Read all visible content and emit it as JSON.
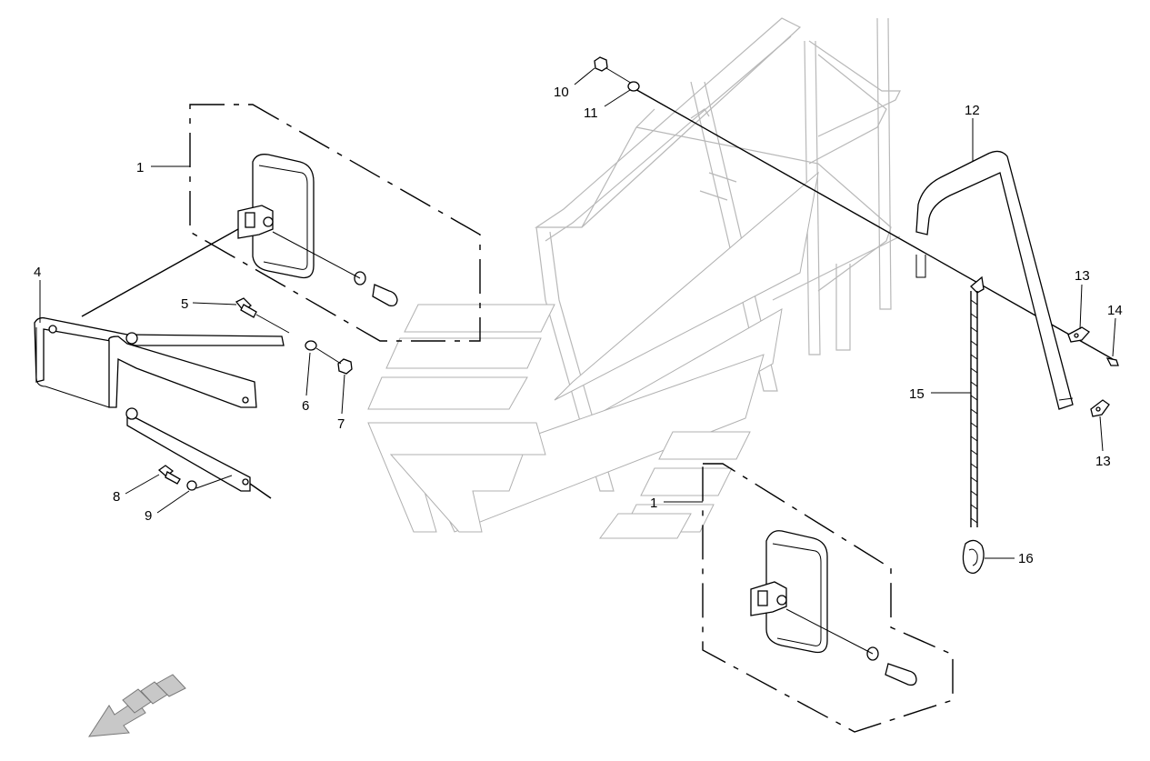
{
  "callouts": {
    "c1a": "1",
    "c1b": "1",
    "c4": "4",
    "c5": "5",
    "c6": "6",
    "c7": "7",
    "c8": "8",
    "c9": "9",
    "c10": "10",
    "c11": "11",
    "c12": "12",
    "c13a": "13",
    "c13b": "13",
    "c14": "14",
    "c15": "15",
    "c16": "16"
  },
  "colors": {
    "line": "#000000",
    "ghost": "#b8b8b8",
    "background": "#ffffff"
  },
  "icons": {
    "direction": "front-direction-arrow-icon"
  }
}
